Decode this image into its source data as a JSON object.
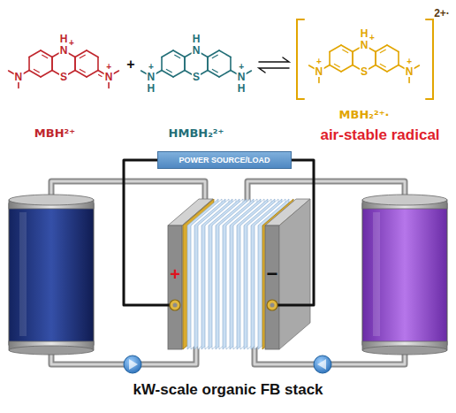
{
  "diagram": {
    "caption": "kW-scale organic FB stack",
    "nodes": [
      {
        "text": [
          "POWER SOURCE/LOAD"
        ]
      }
    ],
    "labels": [
      "H",
      "N",
      "+",
      "S",
      "N",
      "N",
      "+",
      "+",
      "H",
      "N",
      "S",
      "N",
      "H",
      "+",
      "N",
      "H",
      "+",
      "H",
      "N",
      "+",
      "S",
      "N",
      "+",
      "N",
      "+",
      "2+·",
      "air-stable radical",
      "+",
      "−",
      "MBH²⁺",
      "HMBH₂²⁺",
      "MBH₂²⁺·"
    ]
  }
}
